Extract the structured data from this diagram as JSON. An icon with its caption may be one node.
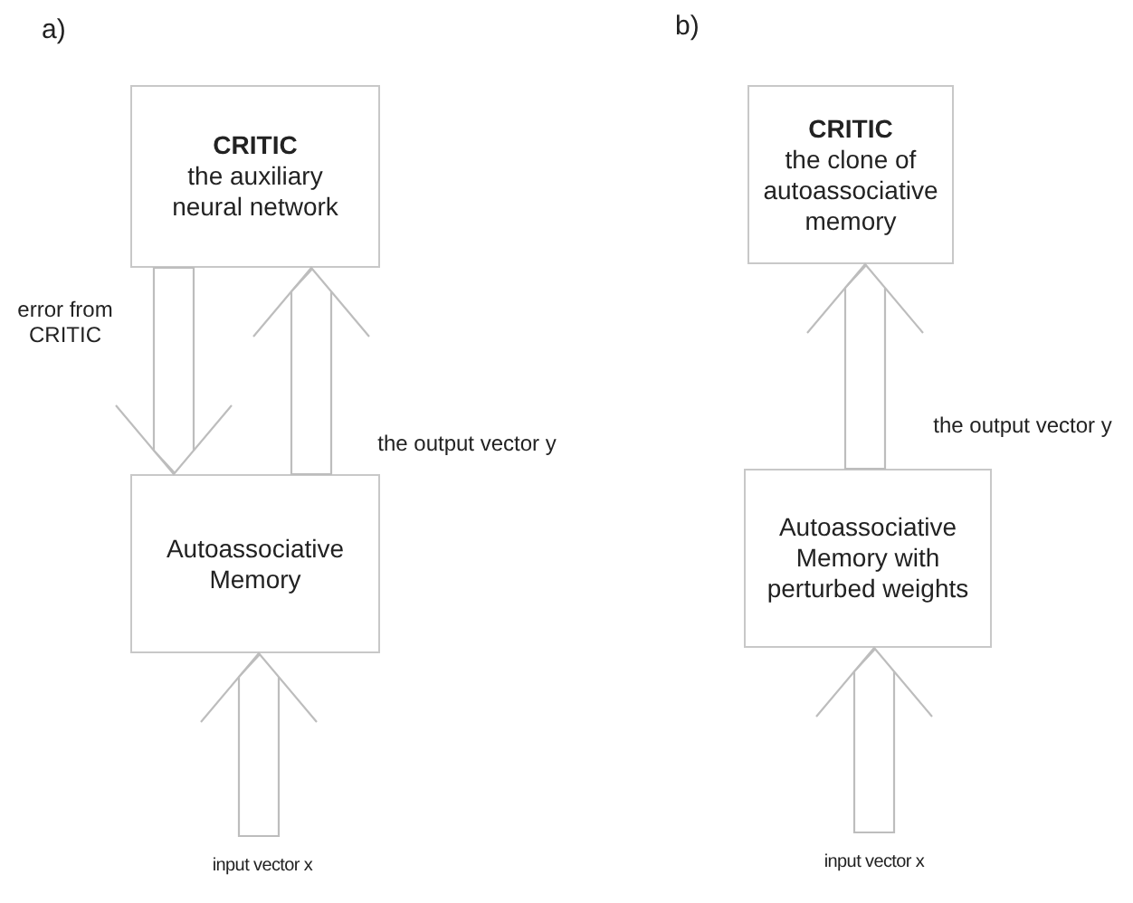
{
  "diagram": {
    "nodes": [
      {
        "text": [
          "CRITIC",
          "the auxiliary neural network"
        ]
      },
      {
        "text": [
          "Autoassociative Memory"
        ]
      },
      {
        "text": [
          "input vector x"
        ]
      },
      {
        "text": [
          "CRITIC",
          "the clone of autoassociative memory"
        ]
      },
      {
        "text": [
          "Autoassociative Memory with perturbed weights"
        ]
      },
      {
        "text": [
          "input vector x"
        ]
      }
    ],
    "edges": [
      {
        "from": 0,
        "to": 1,
        "arrow": "to",
        "label": "error from CRITIC"
      },
      {
        "from": 1,
        "to": 0,
        "arrow": "to",
        "label": "the output vector y"
      },
      {
        "from": 2,
        "to": 1,
        "arrow": "to"
      },
      {
        "from": 4,
        "to": 3,
        "arrow": "to",
        "label": "the output vector y"
      },
      {
        "from": 5,
        "to": 4,
        "arrow": "to"
      }
    ],
    "labels": [
      "a)",
      "b)"
    ]
  }
}
